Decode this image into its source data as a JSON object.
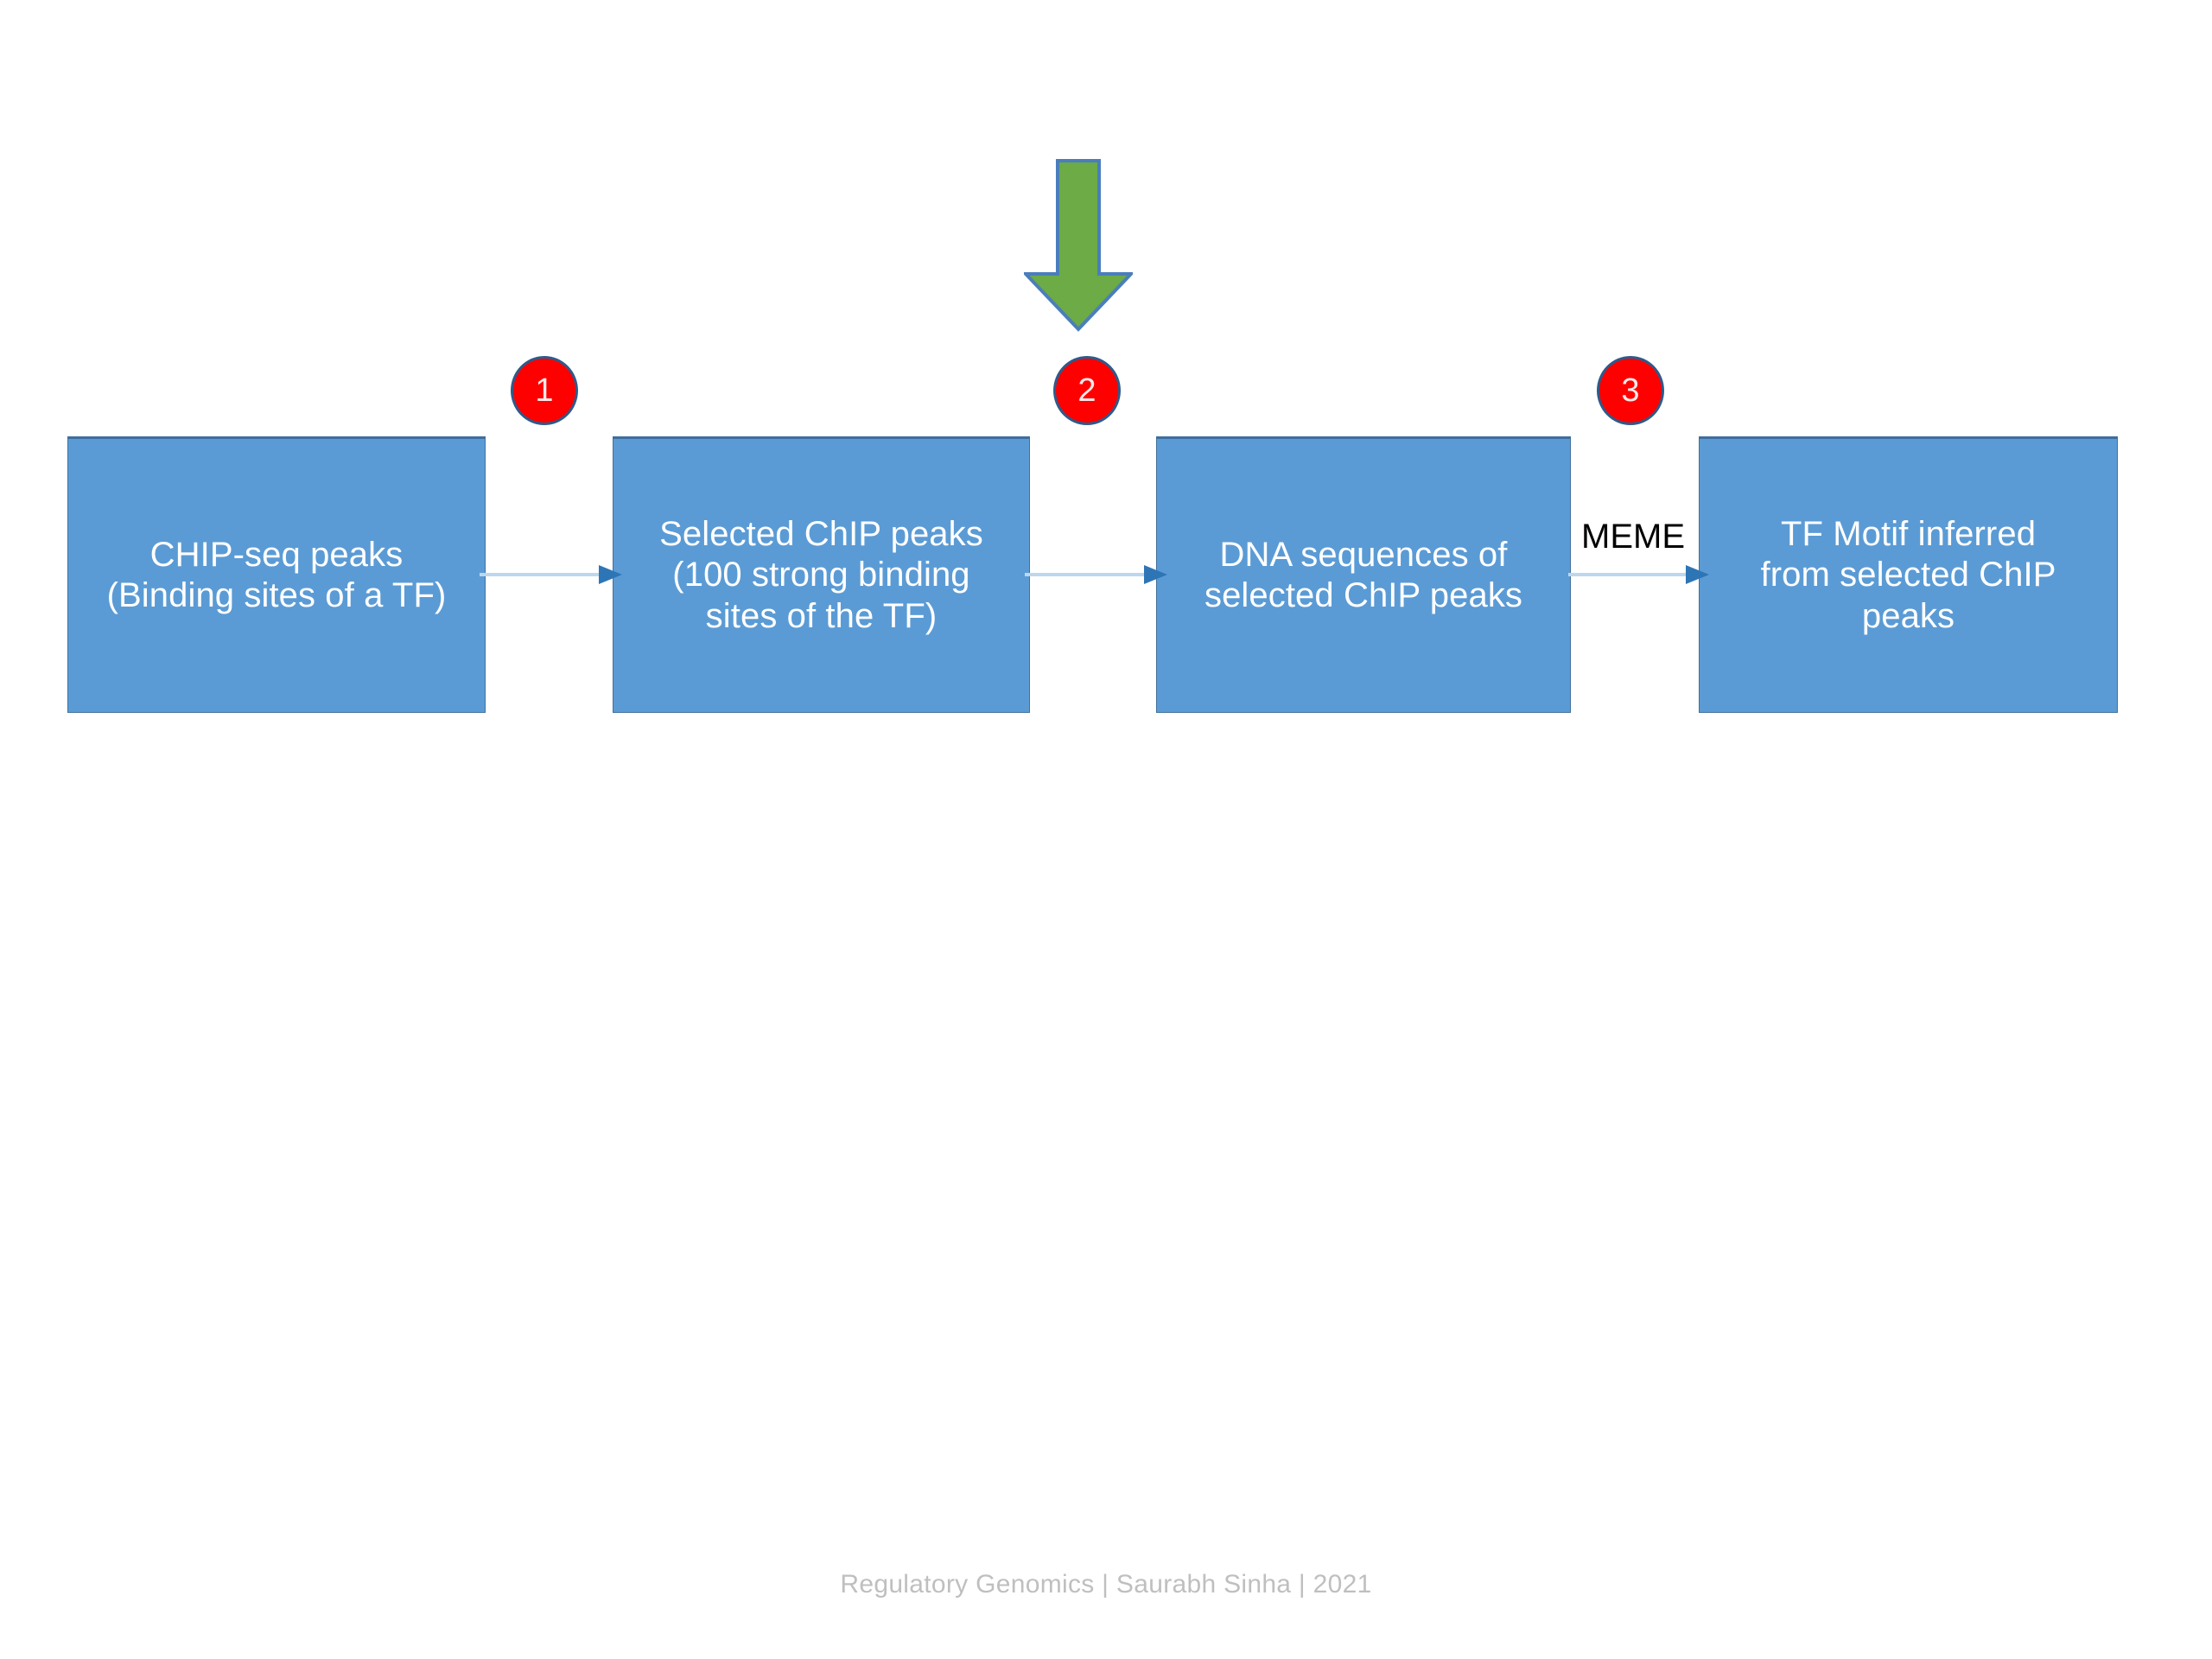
{
  "slide": {
    "background_color": "#FFFFFF",
    "accent_blue": "#5B9BD5",
    "box_border_color": "#41719C",
    "callout_red": "#FF0000",
    "callout_border": "#2E5A8A",
    "arrow_green": "#6CAB45",
    "arrow_green_border": "#4A7EBB",
    "connector_line_color": "#BDD7EE",
    "connector_head_color": "#2E75B6",
    "footer_color": "#BFBFBF"
  },
  "boxes": [
    {
      "id": "box-1",
      "label": "CHIP-seq peaks\n(Binding sites of a TF)"
    },
    {
      "id": "box-2",
      "label": "Selected ChIP peaks\n(100 strong binding\nsites of the TF)"
    },
    {
      "id": "box-3",
      "label": "DNA sequences of\nselected ChIP peaks"
    },
    {
      "id": "box-4",
      "label": "TF Motif inferred\nfrom selected ChIP\npeaks"
    }
  ],
  "callouts": [
    {
      "id": "callout-1",
      "number": "1"
    },
    {
      "id": "callout-2",
      "number": "2"
    },
    {
      "id": "callout-3",
      "number": "3"
    }
  ],
  "edge_labels": {
    "meme": "MEME"
  },
  "icons": {
    "green_down_arrow": "green-down-arrow-icon",
    "connector_arrow": "right-arrow-connector-icon"
  },
  "footer": {
    "text": "Regulatory Genomics  | Saurabh Sinha | 2021"
  }
}
